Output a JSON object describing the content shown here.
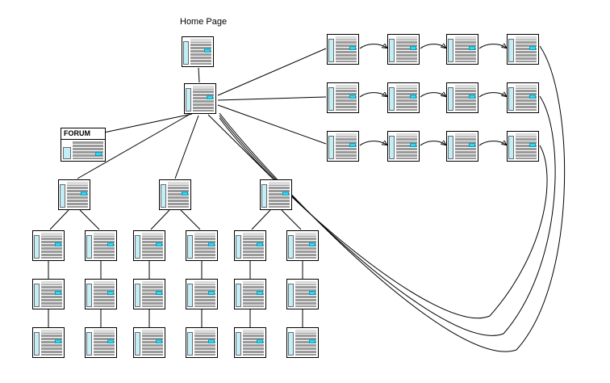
{
  "labels": {
    "home": "Home Page",
    "forum": "FORUM"
  },
  "colors": {
    "line": "#000000",
    "page_sidebar": "#c2eef8",
    "page_content": "#9a9a9a",
    "button_accent": "#35d6ee"
  },
  "diagram": {
    "type": "website-sitemap",
    "description": "Home Page connects to a hub page. The hub links to a FORUM box, three section pages (each with two vertical chains of three subpages), and three horizontal sequences of four pages; the last page of each sequence curves back to the hub.",
    "page_node_count": 35,
    "right_sequences": {
      "rows": 3,
      "pages_per_row": 4
    },
    "left_sections": {
      "branches": 3,
      "chains_per_branch": 2,
      "pages_per_chain": 3
    }
  }
}
